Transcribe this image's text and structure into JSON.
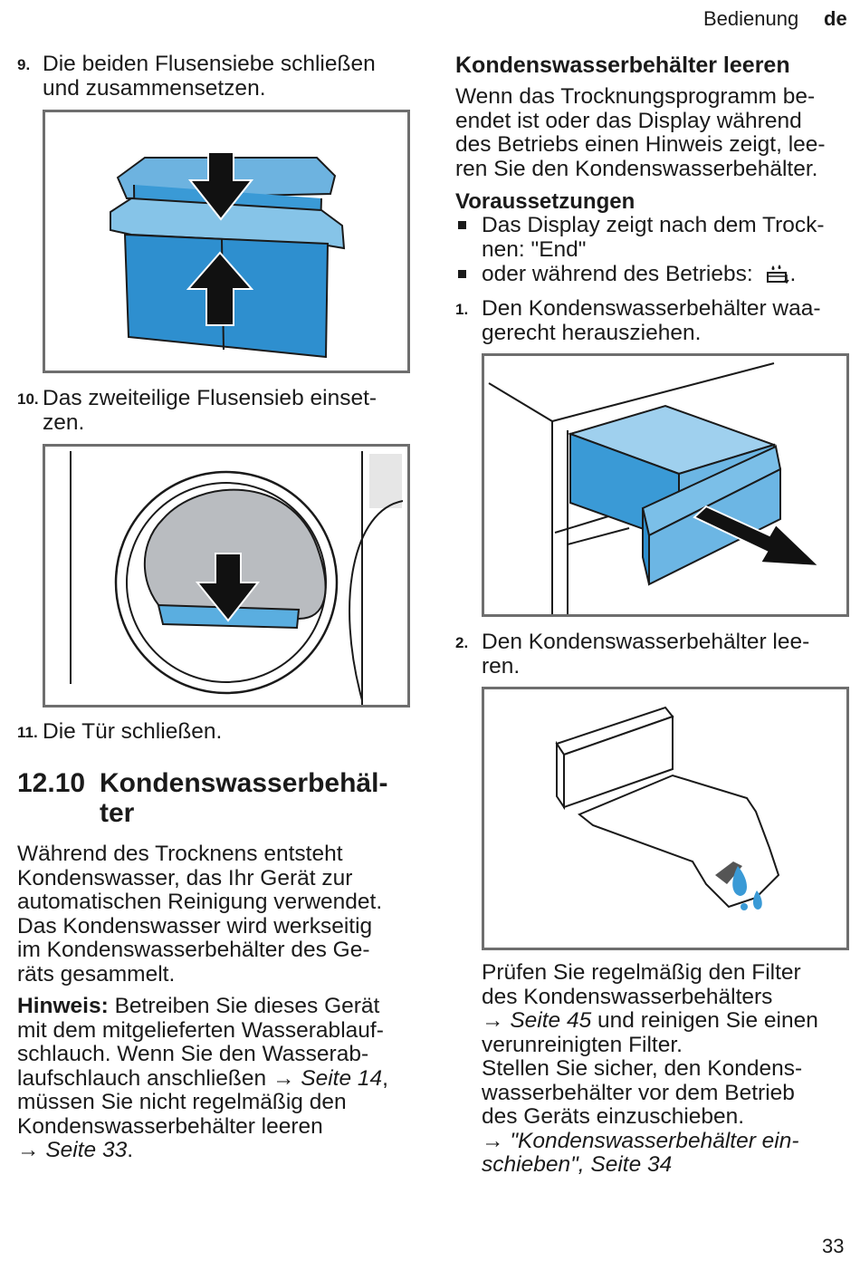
{
  "header": {
    "section": "Bedienung",
    "lang": "de"
  },
  "page_number": "33",
  "left": {
    "step9": {
      "num": "9.",
      "lines": [
        "Die beiden Flusensiebe schließen",
        "und zusammensetzen."
      ]
    },
    "step10": {
      "num": "10.",
      "lines": [
        "Das zweiteilige Flusensieb einset-",
        "zen."
      ]
    },
    "step11": {
      "num": "11.",
      "lines": [
        "Die Tür schließen."
      ]
    },
    "heading": {
      "number": "12.10",
      "lines": [
        "Kondenswasserbehäl-",
        "ter"
      ]
    },
    "intro": [
      "Während des Trocknens entsteht",
      "Kondenswasser, das Ihr Gerät zur",
      "automatischen Reinigung verwendet.",
      "Das Kondenswasser wird werkseitig",
      "im Kondenswasserbehälter des Ge-",
      "räts gesammelt."
    ],
    "note": {
      "label": "Hinweis:",
      "l1": "Betreiben Sie dieses Gerät",
      "l2": "mit dem mitgelieferten Wasserablauf-",
      "l3": "schlauch. Wenn Sie den Wasserab-",
      "l4a": "laufschlauch anschließen",
      "arrow": "→",
      "link1": "Seite 14",
      "l4b": ",",
      "l5": "müssen Sie nicht regelmäßig den",
      "l6": "Kondenswasserbehälter leeren",
      "link2": "Seite 33",
      "l7b": "."
    }
  },
  "right": {
    "subheading": "Kondenswasserbehälter leeren",
    "intro": [
      "Wenn das Trocknungsprogramm be-",
      "endet ist oder das Display während",
      "des Betriebs einen Hinweis zeigt, lee-",
      "ren Sie den Kondenswasserbehälter."
    ],
    "prereq_title": "Voraussetzungen",
    "prereq1": [
      "Das Display zeigt nach dem Trock-",
      "nen:  \"End\""
    ],
    "prereq2": "oder während des Betriebs:",
    "prereq2_end": ".",
    "display_icon": "condensate-tank-icon",
    "step1": {
      "num": "1.",
      "lines": [
        "Den Kondenswasserbehälter waa-",
        "gerecht herausziehen."
      ]
    },
    "step2": {
      "num": "2.",
      "lines": [
        "Den Kondenswasserbehälter lee-",
        "ren."
      ]
    },
    "after": {
      "l1": "Prüfen Sie regelmäßig den Filter",
      "l2": "des Kondenswasserbehälters",
      "arrow": "→",
      "link1": "Seite 45",
      "l3b": " und reinigen Sie einen",
      "l4": "verunreinigten Filter.",
      "l5": "Stellen Sie sicher, den Kondens-",
      "l6": "wasserbehälter vor dem Betrieb",
      "l7": "des Geräts einzuschieben.",
      "link2a": "\"Kondenswasserbehälter ein-",
      "link2b": "schieben\", Seite 34"
    }
  },
  "colors": {
    "illustration_blue": "#3a9ad6",
    "illustration_light_blue": "#86c4e8",
    "frame_gray": "#6e6e6e",
    "lint_gray": "#b9bcc0"
  }
}
